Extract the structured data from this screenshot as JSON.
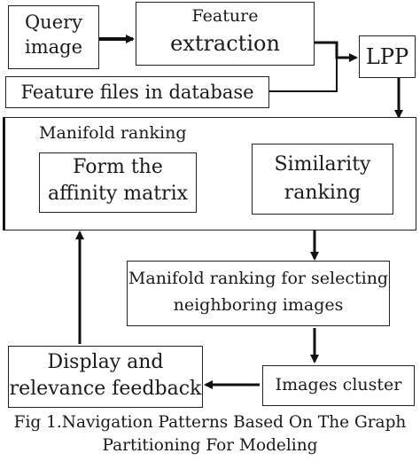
{
  "nodes": {
    "query_image": {
      "line1": "Query",
      "line2": "image"
    },
    "feature_extraction": {
      "line1": "Feature",
      "line2": "extraction"
    },
    "lpp": {
      "label": "LPP"
    },
    "feature_files": {
      "label": "Feature files in database"
    },
    "manifold_ranking": {
      "label": "Manifold ranking"
    },
    "affinity_matrix": {
      "line1": "Form the",
      "line2": "affinity matrix"
    },
    "similarity_ranking": {
      "line1": "Similarity",
      "line2": "ranking"
    },
    "manifold_selecting": {
      "line1": "Manifold ranking for selecting",
      "line2": "neighboring images"
    },
    "images_cluster": {
      "label": "Images cluster"
    },
    "display_feedback": {
      "line1": "Display and",
      "line2": "relevance feedback"
    }
  },
  "caption": {
    "line1": "Fig 1.Navigation Patterns Based On The Graph",
    "line2": "Partitioning For Modeling"
  }
}
